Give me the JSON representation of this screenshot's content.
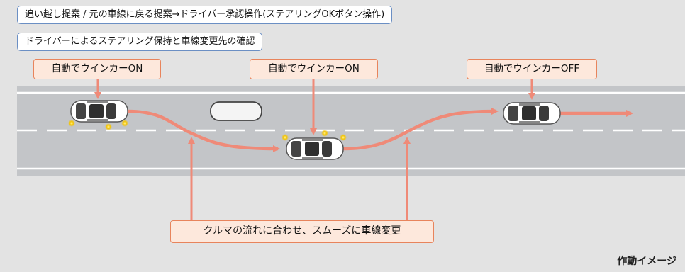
{
  "top_boxes": {
    "line1": "追い越し提案 / 元の車線に戻る提案→ドライバー承認操作(ステアリングOKボタン操作)",
    "line2": "ドライバーによるステアリング保持と車線変更先の確認"
  },
  "labels": {
    "blinker_on_1": "自動でウインカーON",
    "blinker_on_2": "自動でウインカーON",
    "blinker_off": "自動でウインカーOFF"
  },
  "bottom_label": "クルマの流れに合わせ、スムーズに車線変更",
  "caption": "作動イメージ",
  "colors": {
    "road": "#c3c5c8",
    "path": "#ef8a78",
    "label_fill": "#fde8dc",
    "label_border": "#e8845c",
    "box_border": "#6b8fc4",
    "blinker": "#f5c400"
  }
}
